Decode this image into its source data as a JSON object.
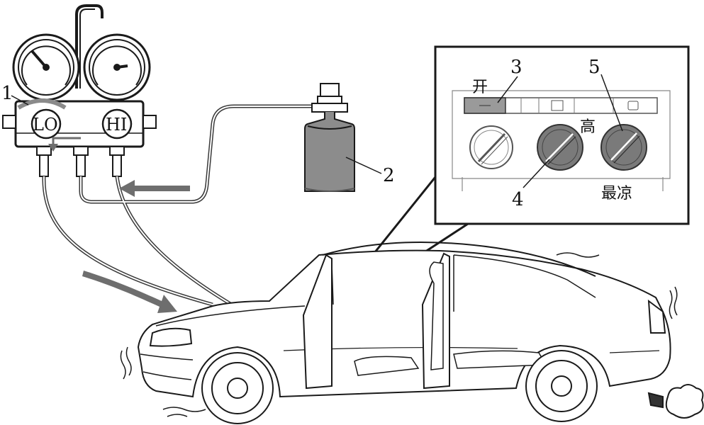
{
  "labels": {
    "gauge_low": "LO",
    "gauge_high": "HI",
    "callout_1": "1",
    "callout_2": "2",
    "callout_3": "3",
    "callout_4": "4",
    "callout_5": "5",
    "switch_on": "开",
    "fan_high": "高",
    "temp_coldest": "最凉"
  },
  "colors": {
    "line": "#1a1a1a",
    "hose": "#3a3a3a",
    "flow_arrow": "#6e6e6e",
    "cylinder": "#8c8c8c",
    "knob_fill": "#7a7a7a",
    "button_fill": "#9a9a9a"
  }
}
